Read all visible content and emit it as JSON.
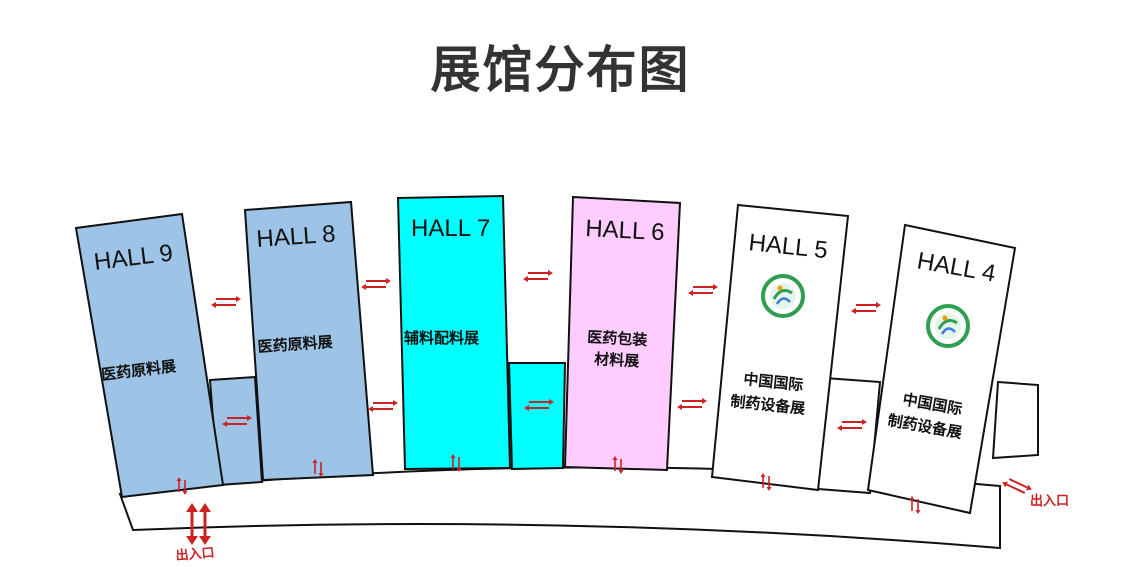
{
  "title": "展馆分布图",
  "colors": {
    "raw_material": "#9dc3e6",
    "excipient": "#00ffff",
    "packaging": "#ffccff",
    "equipment": "#ffffff",
    "arrow": "#cc2222",
    "logo": "#2e9e52"
  },
  "halls": [
    {
      "name": "HALL 9",
      "desc": [
        "医药原料展"
      ]
    },
    {
      "name": "HALL 8",
      "desc": [
        "医药原料展"
      ]
    },
    {
      "name": "HALL 7",
      "desc": [
        "辅料配料展"
      ]
    },
    {
      "name": "HALL 6",
      "desc": [
        "医药包装",
        "材料展"
      ]
    },
    {
      "name": "HALL 5",
      "desc": [
        "中国国际",
        "制药设备展"
      ]
    },
    {
      "name": "HALL 4",
      "desc": [
        "中国国际",
        "制药设备展"
      ]
    }
  ],
  "exits": {
    "left": "出入口",
    "right": "出入口"
  },
  "icons": {
    "arrows": "double-arrow-icon",
    "logo": "china-pharm-logo-icon"
  }
}
